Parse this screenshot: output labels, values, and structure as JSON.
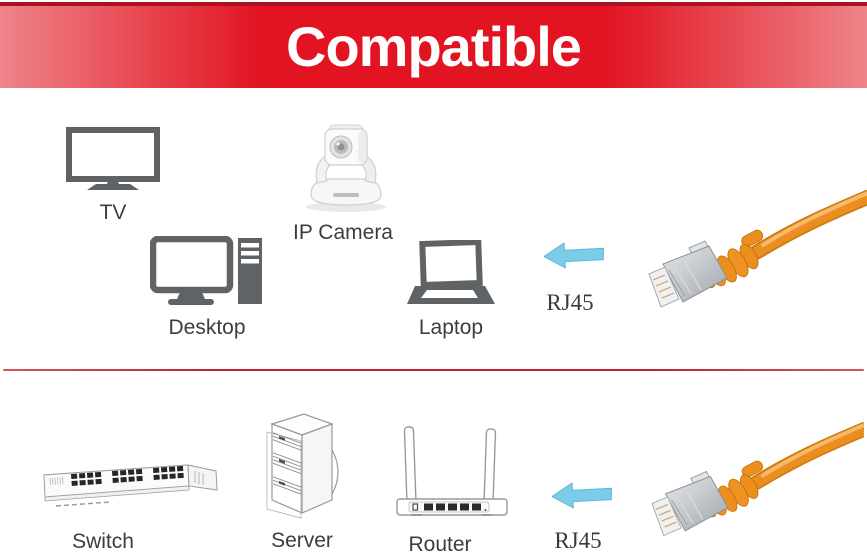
{
  "banner": {
    "title": "Compatible"
  },
  "top": {
    "devices": [
      {
        "label": "TV"
      },
      {
        "label": "IP Camera"
      },
      {
        "label": "Desktop"
      },
      {
        "label": "Laptop"
      }
    ],
    "rj45": "RJ45"
  },
  "bottom": {
    "devices": [
      {
        "label": "Switch"
      },
      {
        "label": "Server"
      },
      {
        "label": "Router"
      }
    ],
    "rj45": "RJ45"
  },
  "colors": {
    "banner_red": "#e21422",
    "banner_edge": "#ee848a",
    "divider_red": "#b8262c",
    "arrow_blue": "#7bcce9",
    "cable_orange": "#e88c1e",
    "icon_gray": "#606366"
  }
}
